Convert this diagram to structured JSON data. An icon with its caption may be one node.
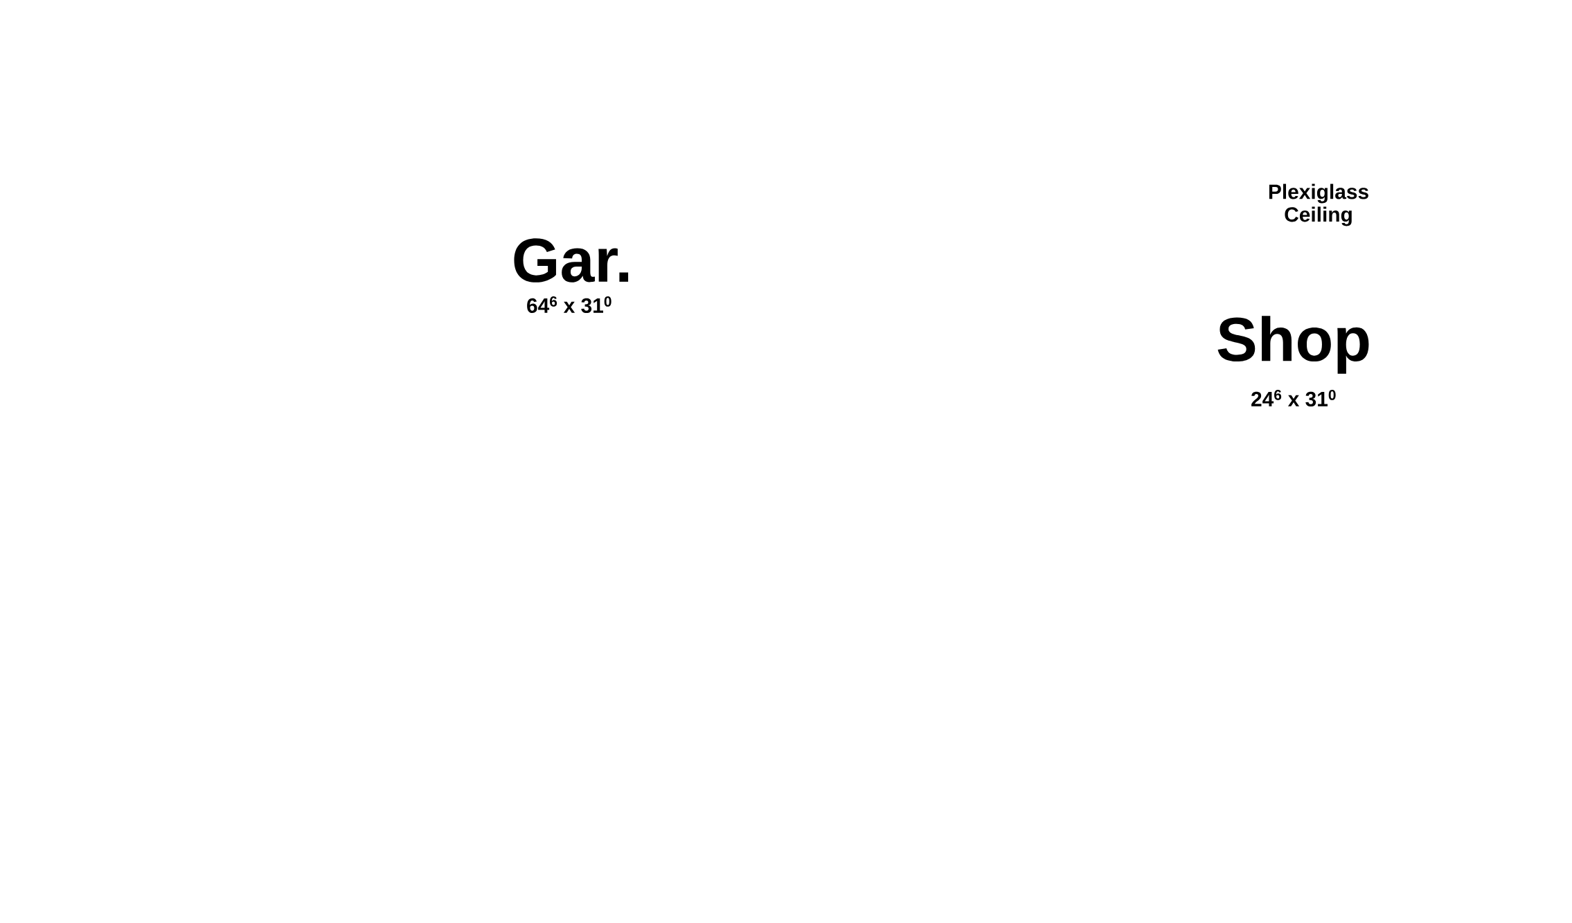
{
  "diagram": {
    "labels": [
      "Plexiglass Ceiling",
      "Gar.",
      "64$^{6}$ x 31$^{0}$",
      "Shop",
      "24$^{6}$ x 31$^{0}$"
    ]
  }
}
